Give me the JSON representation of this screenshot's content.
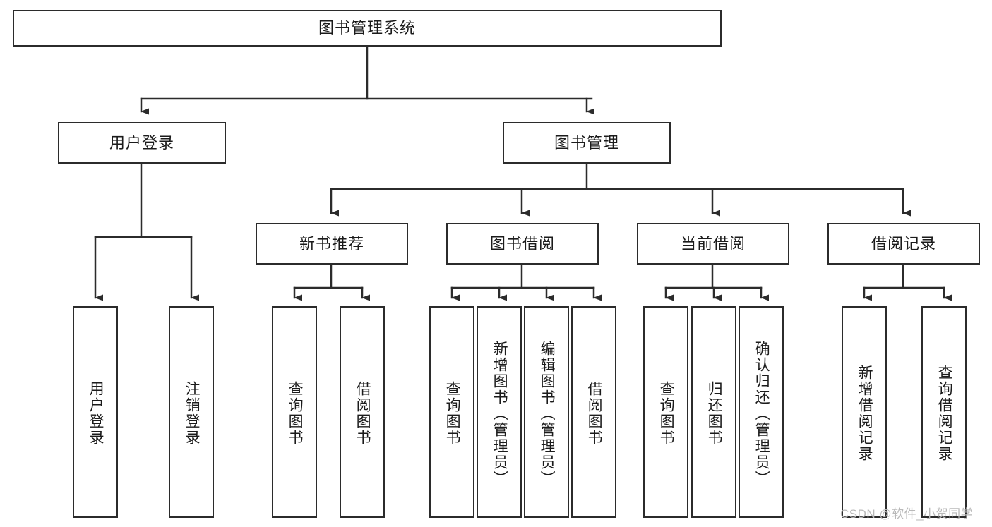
{
  "diagram": {
    "type": "tree-hierarchy-chart",
    "title": "图书管理系统",
    "watermark": "CSDN @软件_小贺同学",
    "colors": {
      "stroke": "#2b2b2b",
      "fill": "#ffffff",
      "text": "#1b1b1b",
      "watermark": "#b9b9b9"
    },
    "levels": {
      "root": {
        "label": "图书管理系统"
      },
      "level2": [
        {
          "id": "user-login",
          "label": "用户登录"
        },
        {
          "id": "book-management",
          "label": "图书管理"
        }
      ],
      "level3": [
        {
          "id": "new-book-recommend",
          "label": "新书推荐",
          "parent": "book-management"
        },
        {
          "id": "book-borrow",
          "label": "图书借阅",
          "parent": "book-management"
        },
        {
          "id": "current-borrow",
          "label": "当前借阅",
          "parent": "book-management"
        },
        {
          "id": "borrow-record",
          "label": "借阅记录",
          "parent": "book-management"
        }
      ],
      "leaves": [
        {
          "id": "leaf-user-login",
          "label": "用户登录",
          "parent": "user-login"
        },
        {
          "id": "leaf-user-logout",
          "label": "注销登录",
          "parent": "user-login"
        },
        {
          "id": "leaf-query-book-1",
          "label": "查询图书",
          "parent": "new-book-recommend"
        },
        {
          "id": "leaf-borrow-book-1",
          "label": "借阅图书",
          "parent": "new-book-recommend"
        },
        {
          "id": "leaf-query-book-2",
          "label": "查询图书",
          "parent": "book-borrow"
        },
        {
          "id": "leaf-add-book",
          "label": "新增图书（管理员）",
          "parent": "book-borrow"
        },
        {
          "id": "leaf-edit-book",
          "label": "编辑图书（管理员）",
          "parent": "book-borrow"
        },
        {
          "id": "leaf-borrow-book-2",
          "label": "借阅图书",
          "parent": "book-borrow"
        },
        {
          "id": "leaf-query-book-3",
          "label": "查询图书",
          "parent": "current-borrow"
        },
        {
          "id": "leaf-return-book",
          "label": "归还图书",
          "parent": "current-borrow"
        },
        {
          "id": "leaf-confirm-return",
          "label": "确认归还（管理员）",
          "parent": "current-borrow"
        },
        {
          "id": "leaf-add-record",
          "label": "新增借阅记录",
          "parent": "borrow-record"
        },
        {
          "id": "leaf-query-record",
          "label": "查询借阅记录",
          "parent": "borrow-record"
        }
      ]
    }
  }
}
